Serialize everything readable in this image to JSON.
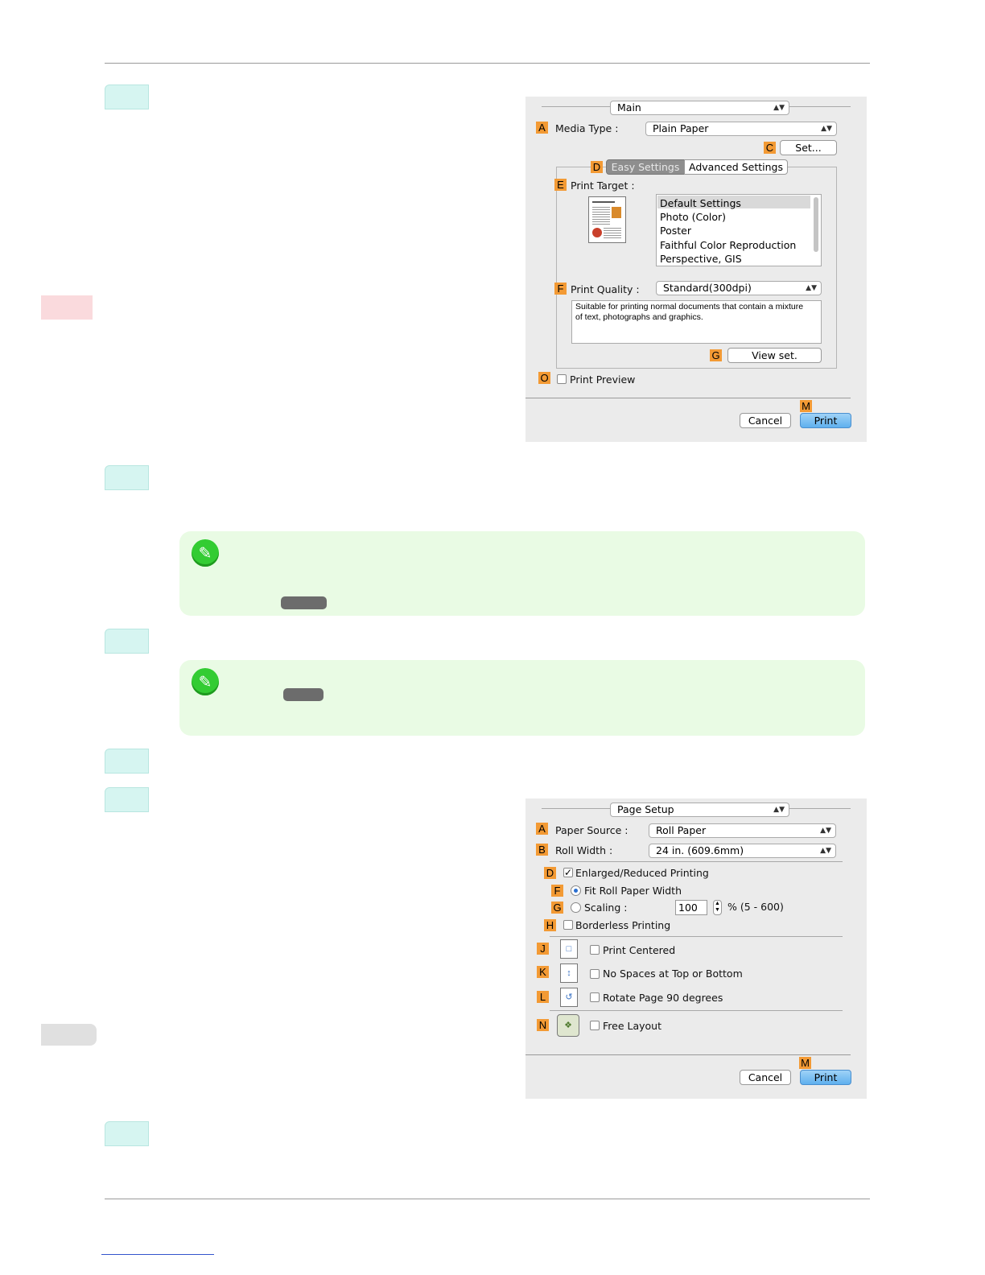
{
  "dialog_main": {
    "preset_menu": "Main",
    "media_type": {
      "letter": "A",
      "label": "Media Type :",
      "value": "Plain Paper"
    },
    "set_button": {
      "letter": "C",
      "label": "Set..."
    },
    "tabs": {
      "letter": "D",
      "easy": "Easy Settings",
      "advanced": "Advanced Settings"
    },
    "print_target": {
      "letter": "E",
      "label": "Print Target :",
      "items": [
        "Default Settings",
        "Photo (Color)",
        "Poster",
        "Faithful Color Reproduction",
        "Perspective, GIS"
      ]
    },
    "print_quality": {
      "letter": "F",
      "label": "Print Quality :",
      "value": "Standard(300dpi)",
      "description": "Suitable for printing normal documents that contain a mixture of text, photographs and graphics."
    },
    "view_set": {
      "letter": "G",
      "label": "View set."
    },
    "print_preview": {
      "letter": "O",
      "label": "Print Preview"
    },
    "print_letter": "M",
    "cancel": "Cancel",
    "print": "Print"
  },
  "dialog_page": {
    "preset_menu": "Page Setup",
    "paper_source": {
      "letter": "A",
      "label": "Paper Source :",
      "value": "Roll Paper"
    },
    "roll_width": {
      "letter": "B",
      "label": "Roll Width :",
      "value": "24 in. (609.6mm)"
    },
    "enlarged": {
      "letter": "D",
      "label": "Enlarged/Reduced Printing",
      "checked": true
    },
    "fit_roll": {
      "letter": "F",
      "label": "Fit Roll Paper Width",
      "selected": true
    },
    "scaling": {
      "letter": "G",
      "label": "Scaling :",
      "value": "100",
      "range": "% (5 - 600)"
    },
    "borderless": {
      "letter": "H",
      "label": "Borderless Printing"
    },
    "print_centered": {
      "letter": "J",
      "label": "Print Centered"
    },
    "no_spaces": {
      "letter": "K",
      "label": "No Spaces at Top or Bottom"
    },
    "rotate": {
      "letter": "L",
      "label": "Rotate Page 90 degrees"
    },
    "free_layout": {
      "letter": "N",
      "label": "Free Layout"
    },
    "print_letter": "M",
    "cancel": "Cancel",
    "print": "Print"
  },
  "colors": {
    "step_marker": "#d6f5f1",
    "note_bg": "#e9fbe4",
    "side_tab_red": "#fadadd",
    "side_tab_gray": "#e0e0e0",
    "callout_orange": "#f39a34"
  },
  "icons": {
    "note": "pencil-note-icon"
  }
}
